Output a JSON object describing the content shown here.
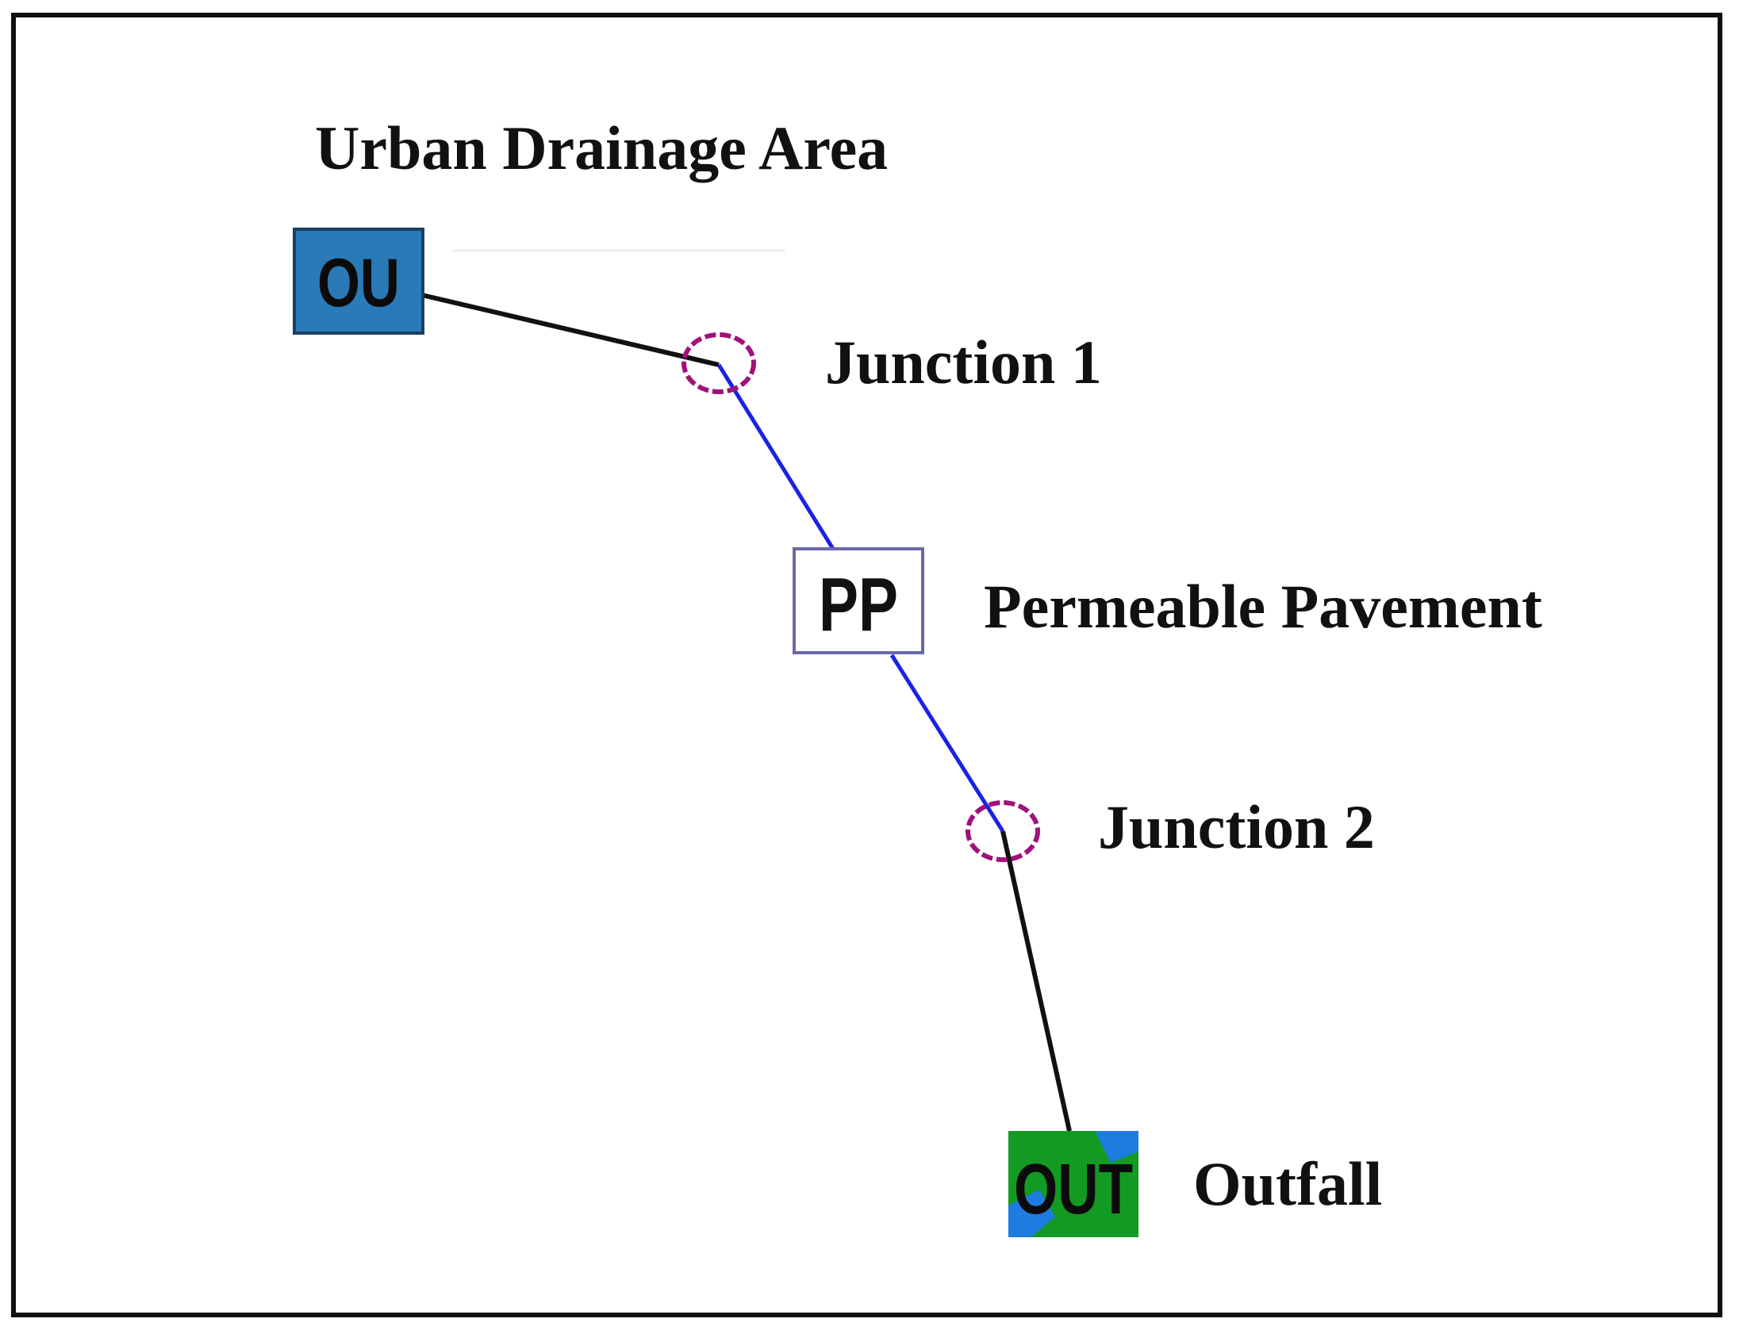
{
  "diagram": {
    "labels": {
      "urban_drainage_area": "Urban Drainage Area",
      "junction_1": "Junction 1",
      "permeable_pavement": "Permeable Pavement",
      "junction_2": "Junction 2",
      "outfall": "Outfall"
    },
    "nodes": {
      "subcatchment_text": "OU",
      "pp_text": "PP",
      "outfall_text": "OUT"
    },
    "colors": {
      "subcatchment_fill": "#2a7ab8",
      "pp_border": "#6a6aa8",
      "outfall_fill": "#139a22",
      "outfall_accent": "#1e7be0",
      "junction_stroke": "#a0127a",
      "conduit_black": "#111111",
      "conduit_blue": "#1a22e6"
    }
  }
}
